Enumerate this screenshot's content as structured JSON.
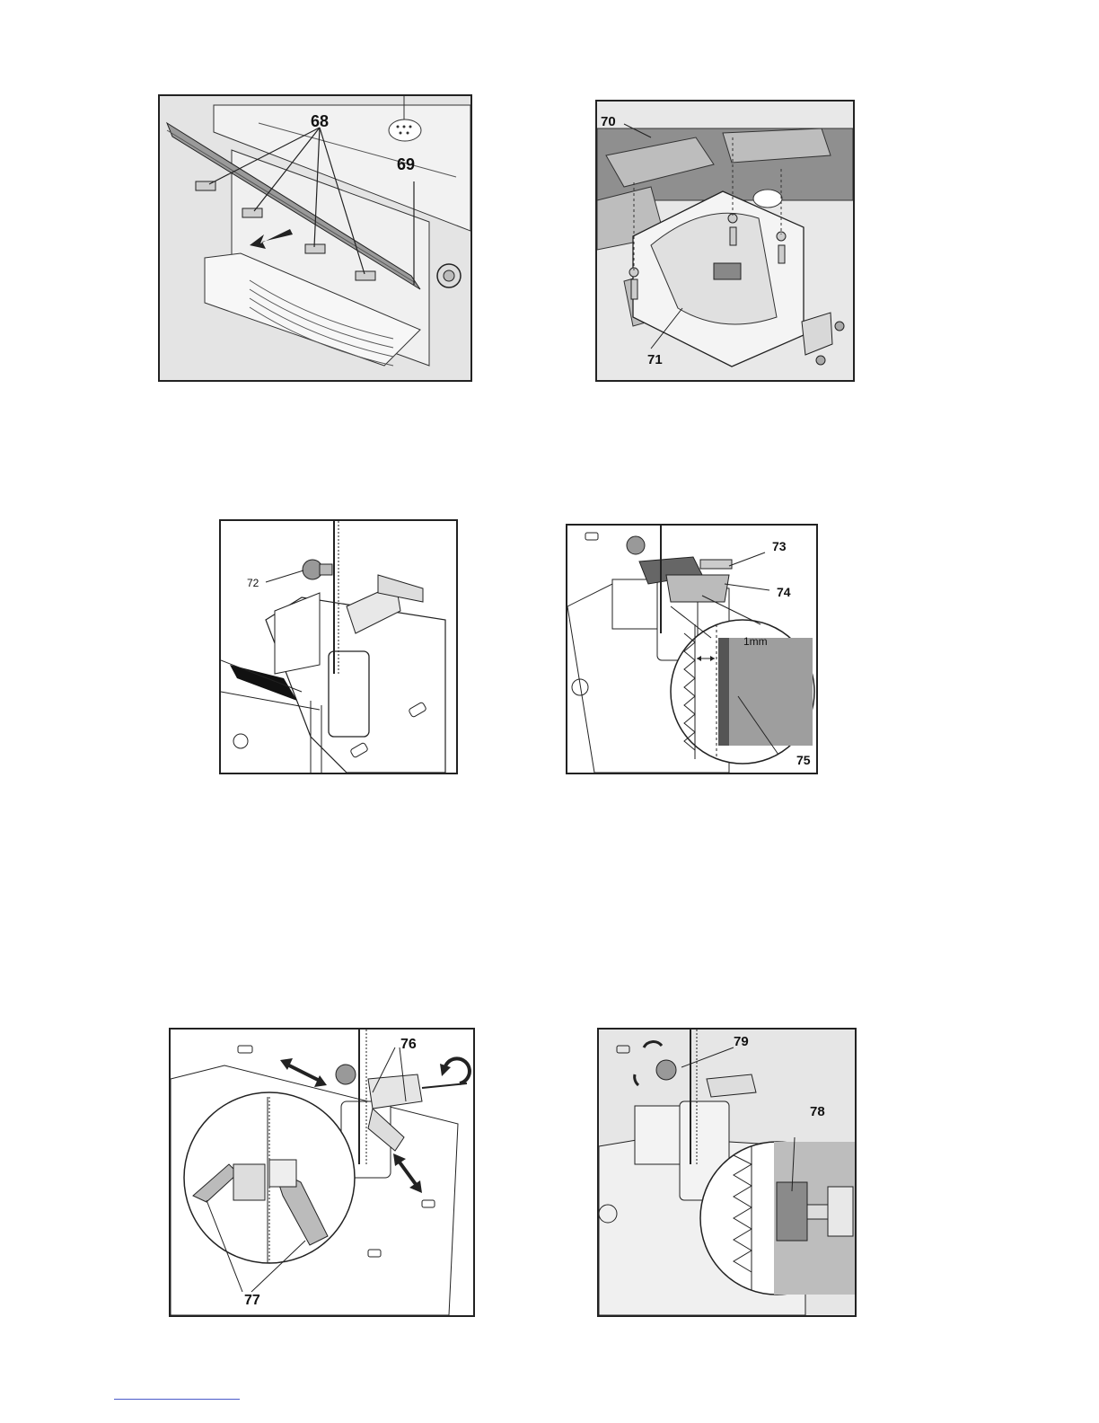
{
  "figures": [
    {
      "id": "fig1",
      "callouts": {
        "a": "68",
        "b": "69"
      }
    },
    {
      "id": "fig2",
      "callouts": {
        "a": "70",
        "b": "71"
      }
    },
    {
      "id": "fig3",
      "callouts": {
        "a": "72"
      }
    },
    {
      "id": "fig4",
      "callouts": {
        "a": "73",
        "b": "74",
        "c": "75",
        "dim": "1mm"
      }
    },
    {
      "id": "fig5",
      "callouts": {
        "a": "76",
        "b": "77"
      }
    },
    {
      "id": "fig6",
      "callouts": {
        "a": "78",
        "b": "79"
      }
    }
  ],
  "icons": [
    "arrow-icon",
    "double-arrow-icon",
    "rotate-arrow-icon",
    "saw-blade-icon",
    "detail-magnifier-icon"
  ]
}
